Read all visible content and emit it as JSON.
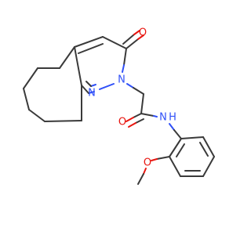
{
  "molecule": {
    "atom_labels": {
      "ketone_oxygen": "O",
      "ring_nitrogen_1": "N",
      "ring_nitrogen_2": "N",
      "amide_oxygen": "O",
      "amide_nitrogen": "N",
      "amide_hydrogen": "H",
      "ether_oxygen": "O"
    },
    "colors": {
      "carbon_bond": "#3a3a3a",
      "oxygen": "#e8150f",
      "nitrogen": "#3050f8",
      "background": "#ffffff"
    }
  }
}
